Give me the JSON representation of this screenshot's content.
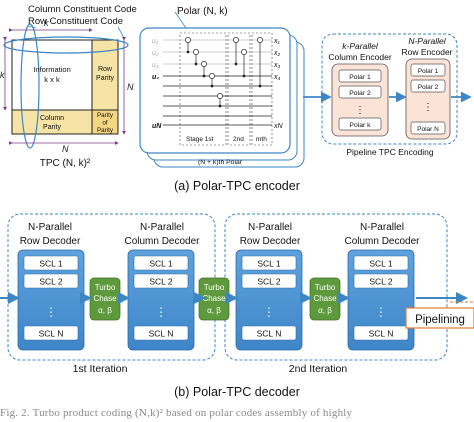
{
  "encoder": {
    "tpc": {
      "label_k_top": "k",
      "label_k_left": "k",
      "label_n_right": "N",
      "label_n_bottom": "N",
      "column_code_label": "Column Constituent Code",
      "row_code_label": "Row Constituent Code",
      "info_line1": "Information",
      "info_line2": "k x k",
      "row_parity_line1": "Row",
      "row_parity_line2": "Parity",
      "col_parity_line1": "Column",
      "col_parity_line2": "Parity",
      "pp_line1": "Parity",
      "pp_line2": "of",
      "pp_line3": "Parity",
      "caption": "TPC (N, k)²"
    },
    "polar": {
      "title": "Polar (N, k)",
      "inputs": [
        "u₁",
        "u₂",
        "u₃",
        "u₄",
        "uN"
      ],
      "outputs": [
        "x₁",
        "x₂",
        "x₃",
        "x₄",
        "xN"
      ],
      "stage1": "Stage 1st",
      "stage2": "2nd",
      "stage_m": "mth",
      "stack_label": "(N + k)th Polar"
    },
    "pipeline": {
      "k_encoder_line1": "k-Parallel",
      "k_encoder_line2": "Column Encoder",
      "k_polars": [
        "Polar 1",
        "Polar 2",
        "Polar k"
      ],
      "n_encoder_line1": "N-Parallel",
      "n_encoder_line2": "Row Encoder",
      "n_polars": [
        "Polar 1",
        "Polar 2",
        "Polar N"
      ],
      "caption": "Pipeline TPC Encoding",
      "dots": "⋮"
    },
    "caption": "(a) Polar-TPC encoder"
  },
  "decoder": {
    "iter1": {
      "block1_line1": "N-Parallel",
      "block1_line2": "Row Decoder",
      "block2_line1": "N-Parallel",
      "block2_line2": "Column Decoder",
      "label": "1st Iteration"
    },
    "iter2": {
      "block1_line1": "N-Parallel",
      "block1_line2": "Row Decoder",
      "block2_line1": "N-Parallel",
      "block2_line2": "Column Decoder",
      "label": "2nd Iteration"
    },
    "scl": [
      "SCL 1",
      "SCL 2",
      "SCL N"
    ],
    "dots": "⋮",
    "turbo_line1": "Turbo",
    "turbo_line2": "Chase",
    "turbo_line3": "α, β",
    "pipelining": "Pipelining",
    "caption": "(b) Polar-TPC decoder"
  },
  "footer_truncated": "Fig. 2.  Turbo product coding (N,k)² based on polar codes assembly of highly"
}
